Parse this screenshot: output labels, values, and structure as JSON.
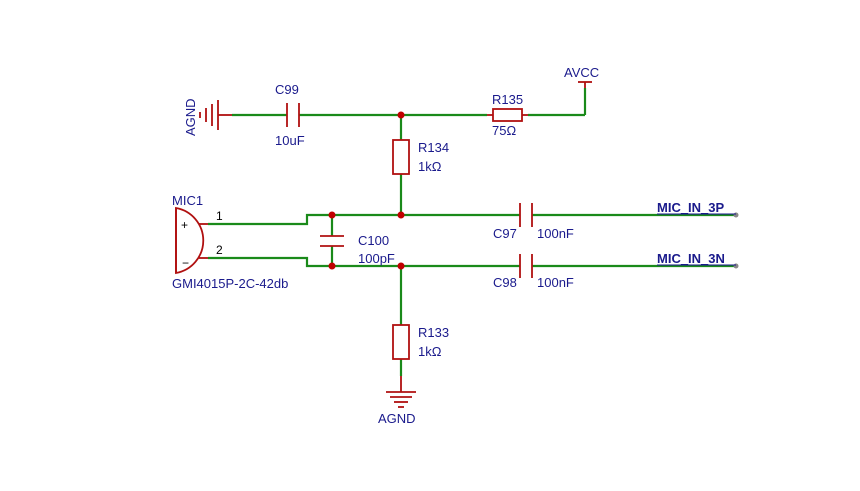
{
  "components": {
    "c99": {
      "ref": "C99",
      "value": "10uF"
    },
    "r135": {
      "ref": "R135",
      "value": "75Ω"
    },
    "r134": {
      "ref": "R134",
      "value": "1kΩ"
    },
    "c100": {
      "ref": "C100",
      "value": "100pF"
    },
    "c97": {
      "ref": "C97",
      "value": "100nF"
    },
    "c98": {
      "ref": "C98",
      "value": "100nF"
    },
    "r133": {
      "ref": "R133",
      "value": "1kΩ"
    },
    "mic1": {
      "ref": "MIC1",
      "part": "GMI4015P-2C-42db",
      "pin1": "1",
      "pin2": "2",
      "plus": "+",
      "minus": "−"
    }
  },
  "nets": {
    "avcc": "AVCC",
    "agnd_left": "AGND",
    "agnd_bottom": "AGND",
    "mic_in_3p": "MIC_IN_3P",
    "mic_in_3n": "MIC_IN_3N"
  }
}
